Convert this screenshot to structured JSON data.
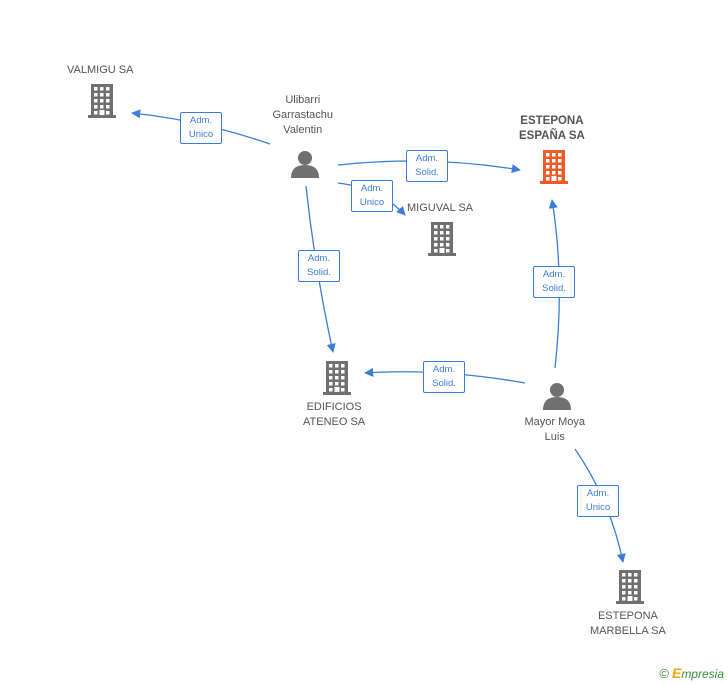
{
  "nodes": {
    "valmigu": {
      "label": [
        "VALMIGU SA"
      ],
      "type": "company",
      "color": "#707070"
    },
    "estepona_espana": {
      "label": [
        "ESTEPONA",
        "ESPAÑA SA"
      ],
      "type": "company",
      "color": "#f05a28",
      "highlight": true
    },
    "miguval": {
      "label": [
        "MIGUVAL SA"
      ],
      "type": "company",
      "color": "#707070"
    },
    "edificios": {
      "label": [
        "EDIFICIOS",
        "ATENEO SA"
      ],
      "type": "company",
      "color": "#707070"
    },
    "estepona_marbella": {
      "label": [
        "ESTEPONA",
        "MARBELLA SA"
      ],
      "type": "company",
      "color": "#707070"
    },
    "ulibarri": {
      "label": [
        "Ulibarri",
        "Garrastachu",
        "Valentin"
      ],
      "type": "person",
      "color": "#707070"
    },
    "mayor": {
      "label": [
        "Mayor Moya",
        "Luis"
      ],
      "type": "person",
      "color": "#707070"
    }
  },
  "edges": [
    {
      "from": "ulibarri",
      "to": "valmigu",
      "role": [
        "Adm.",
        "Unico"
      ]
    },
    {
      "from": "ulibarri",
      "to": "estepona_espana",
      "role": [
        "Adm.",
        "Solid."
      ]
    },
    {
      "from": "ulibarri",
      "to": "miguval",
      "role": [
        "Adm.",
        "Unico"
      ]
    },
    {
      "from": "ulibarri",
      "to": "edificios",
      "role": [
        "Adm.",
        "Solid."
      ]
    },
    {
      "from": "mayor",
      "to": "estepona_espana",
      "role": [
        "Adm.",
        "Solid."
      ]
    },
    {
      "from": "mayor",
      "to": "edificios",
      "role": [
        "Adm.",
        "Solid."
      ]
    },
    {
      "from": "mayor",
      "to": "estepona_marbella",
      "role": [
        "Adm.",
        "Unico"
      ]
    }
  ],
  "colors": {
    "edge": "#3b7dd8",
    "icon": "#707070",
    "highlight": "#f05a28"
  },
  "footer": {
    "copyright": "©",
    "brand_initial": "E",
    "brand_rest": "mpresia"
  }
}
